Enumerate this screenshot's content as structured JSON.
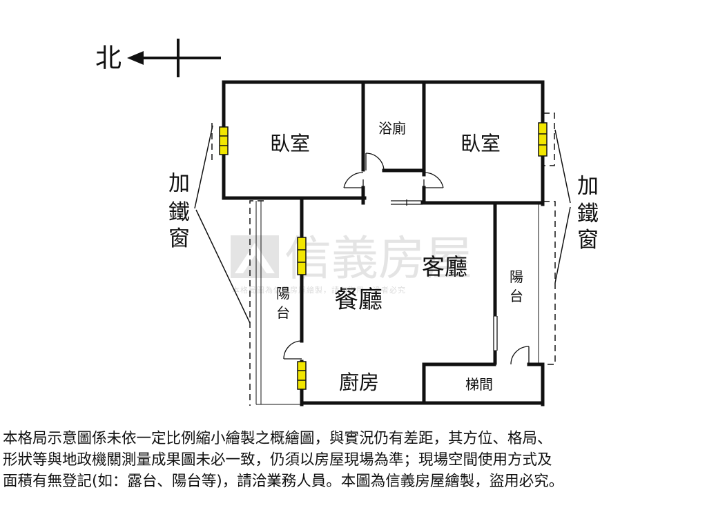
{
  "compass": {
    "north_label": "北"
  },
  "rooms": {
    "bedroom_left": "臥室",
    "bathroom": "浴廁",
    "bedroom_right": "臥室",
    "living_room": "客廳",
    "dining_room": "餐廳",
    "kitchen": "廚房",
    "stairwell": "梯間",
    "balcony_left": "陽台",
    "balcony_right": "陽台"
  },
  "callouts": {
    "iron_window_left": [
      "加",
      "鐵",
      "窗"
    ],
    "iron_window_right": [
      "加",
      "鐵",
      "窗"
    ]
  },
  "watermark": {
    "brand": "信義房屋",
    "notice": "本格局圖為信義房屋繪製，請勿盜用，違者必究"
  },
  "disclaimer": [
    "本格局示意圖係未依一定比例縮小繪製之概繪圖，與實況仍有差距，其方位、格局、",
    "形狀等與地政機關測量成果圖未必一致，仍須以房屋現場為準；現場空間使用方式及",
    "面積有無登記(如：露台、陽台等)，請洽業務人員。本圖為信義房屋繪製，盜用必究。"
  ],
  "colors": {
    "wall": "#111111",
    "window_fill": "#f2e600",
    "watermark": "#cfcfcf"
  }
}
